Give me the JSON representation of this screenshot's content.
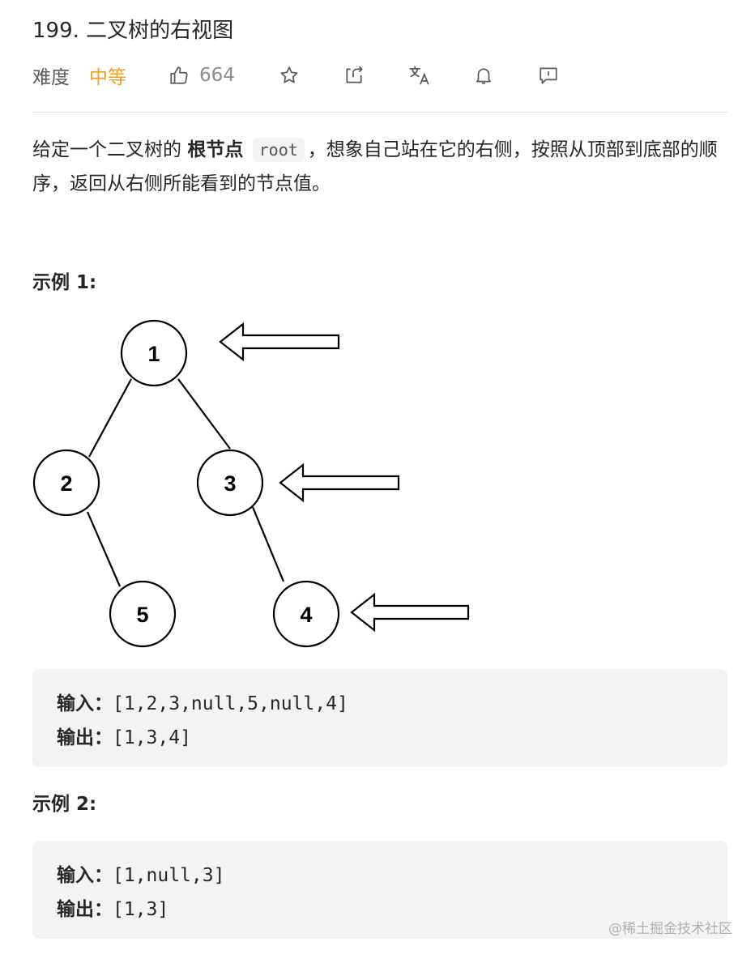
{
  "problem": {
    "title": "199. 二叉树的右视图"
  },
  "toolbar": {
    "difficulty_label": "难度",
    "difficulty_value": "中等",
    "like_count": "664",
    "icons": [
      "thumbs-up-icon",
      "star-icon",
      "share-icon",
      "translate-icon",
      "bell-icon",
      "feedback-icon"
    ]
  },
  "description": {
    "part1": "给定一个二叉树的 ",
    "bold": "根节点",
    "code": "root",
    "part2": "，想象自己站在它的右侧，按照从顶部到底部的顺序，返回从右侧所能看到的节点值。"
  },
  "example1": {
    "heading": "示例 1:",
    "input_label": "输入：",
    "input_value": "[1,2,3,null,5,null,4]",
    "output_label": "输出：",
    "output_value": "[1,3,4]",
    "tree_nodes": [
      "1",
      "2",
      "3",
      "5",
      "4"
    ]
  },
  "example2": {
    "heading": "示例 2:",
    "input_label": "输入：",
    "input_value": "[1,null,3]",
    "output_label": "输出：",
    "output_value": "[1,3]"
  },
  "watermark": "@稀土掘金技术社区",
  "colors": {
    "difficulty_medium": "#f0a020",
    "code_bg": "#f2f3f5"
  }
}
